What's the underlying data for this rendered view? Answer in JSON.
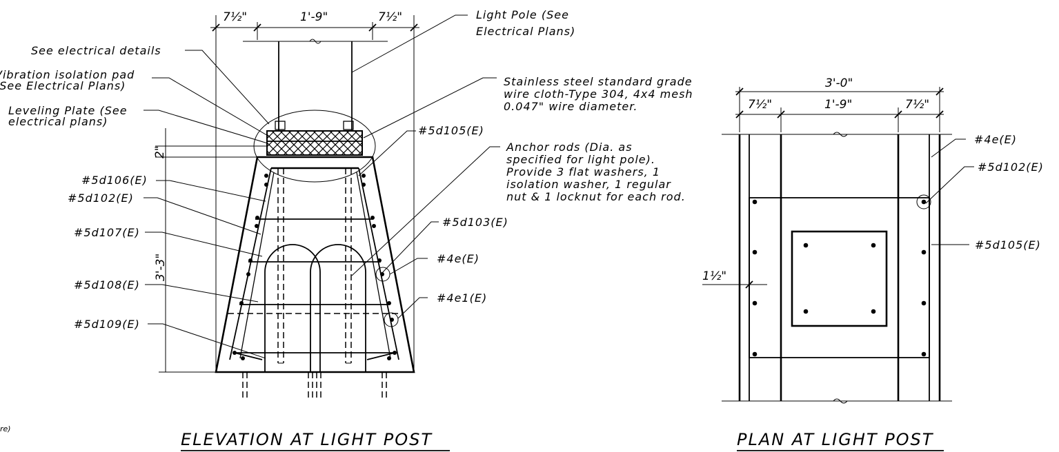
{
  "elevation": {
    "title": "ELEVATION AT LIGHT POST",
    "dims": {
      "left_cover": "7½\"",
      "middle": "1'-9\"",
      "right_cover": "7½\"",
      "plate_thickness": "2\"",
      "height": "3'-3\""
    },
    "labels": {
      "see_electrical_details": "See electrical details",
      "vibration_pad_1": "Vibration isolation pad",
      "vibration_pad_2": "(See Electrical Plans)",
      "leveling_plate_1": "Leveling Plate (See",
      "leveling_plate_2": "electrical plans)",
      "light_pole_1": "Light Pole (See",
      "light_pole_2": "Electrical Plans)",
      "wire_cloth_1": "Stainless steel standard grade",
      "wire_cloth_2": "wire cloth-Type 304, 4x4 mesh",
      "wire_cloth_3": "0.047\" wire diameter.",
      "bar_5d105": "#5d105(E)",
      "anchor_1": "Anchor rods (Dia. as",
      "anchor_2": "specified for light pole).",
      "anchor_3": "Provide 3 flat washers, 1",
      "anchor_4": "isolation washer, 1 regular",
      "anchor_5": "nut & 1 locknut for each rod.",
      "bar_5d106": "#5d106(E)",
      "bar_5d102": "#5d102(E)",
      "bar_5d107": "#5d107(E)",
      "bar_5d108": "#5d108(E)",
      "bar_5d109": "#5d109(E)",
      "bar_5d103": "#5d103(E)",
      "bar_4e": "#4e(E)",
      "bar_4e1": "#4e1(E)"
    },
    "partial_note": "re)"
  },
  "plan": {
    "title": "PLAN AT LIGHT POST",
    "dims": {
      "overall": "3'-0\"",
      "left_cover": "7½\"",
      "middle": "1'-9\"",
      "right_cover": "7½\"",
      "offset": "1½\""
    },
    "labels": {
      "bar_4e": "#4e(E)",
      "bar_5d102": "#5d102(E)",
      "bar_5d105": "#5d105(E)"
    }
  }
}
